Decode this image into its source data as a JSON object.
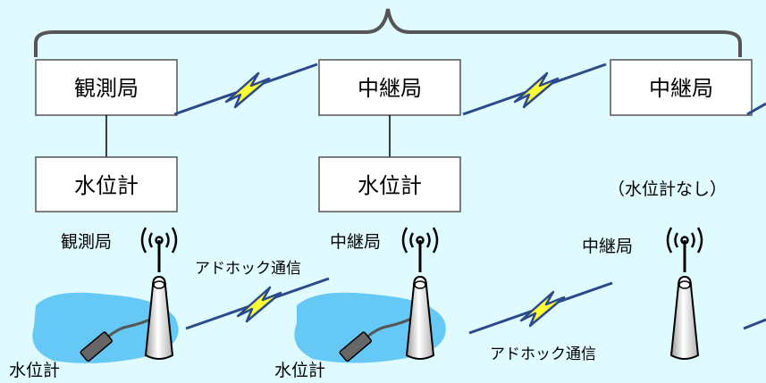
{
  "top_row": {
    "station_1": "観測局",
    "relay_1": "中継局",
    "relay_2": "中継局",
    "gauge_1": "水位計",
    "gauge_2": "水位計",
    "no_gauge_note": "（水位計なし）"
  },
  "bottom_row": {
    "station_label": "観測局",
    "relay_label_1": "中継局",
    "relay_label_2": "中継局",
    "adhoc_label_1": "アドホック通信",
    "adhoc_label_2": "アドホック通信",
    "gauge_label_1": "水位計",
    "gauge_label_2": "水位計"
  },
  "colors": {
    "background": "#e0fbff",
    "box_fill": "#ffffff",
    "bolt_fill": "#ffff33",
    "bolt_line": "#2a4a8c",
    "water": "#66c8f5",
    "brace": "#555555"
  },
  "icons": [
    "antenna-icon",
    "lightning-bolt-icon",
    "water-pond-icon",
    "gauge-sensor-icon",
    "radio-wave-icon"
  ]
}
